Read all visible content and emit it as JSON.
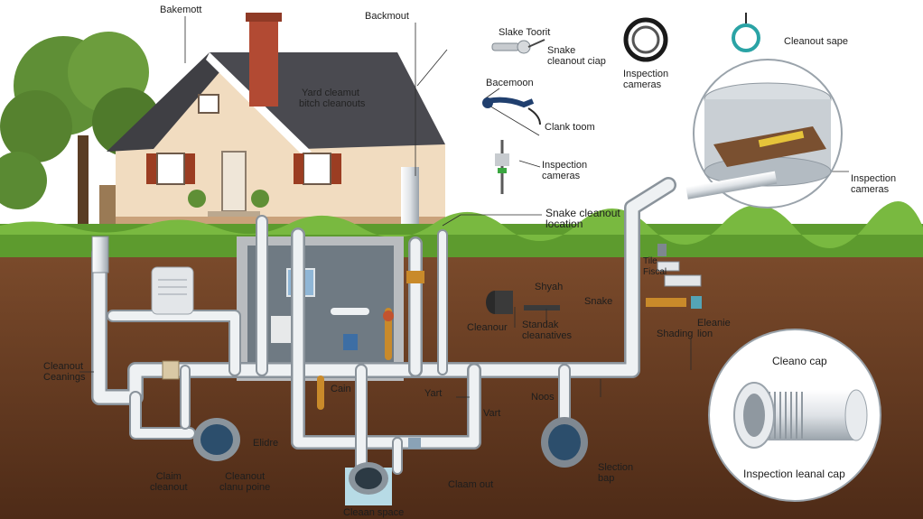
{
  "labels": {
    "basement_top": "Bakemott",
    "backmout": "Backmout",
    "yard_cleanout": "Yard cleamut",
    "bitch_cleanouts": "bitch cleanouts",
    "snake_tool_top": "Slake Toorit",
    "snake_cleanout_cap_top": "Snake\ncleanout ciap",
    "inspection_cameras_top": "Inspection\ncameras",
    "cleanout_sape": "Cleanout sape",
    "bacemoon": "Bacemoon",
    "clank_toom": "Clank toom",
    "inspection_cameras_mid": "Inspection\ncameras",
    "inspection_cameras_right": "Inspection\ncameras",
    "snake_cleanout_location": "Snake cleanout\nlocation",
    "cleanout_ceanings": "Cleanout\nCeanings",
    "cleanour": "Cleanour",
    "standak_cleanatives": "Standak\ncleanatives",
    "shyah": "Shyah",
    "snake_pipe": "Snake",
    "tile_fiscal": "Tile\nFiscal",
    "shading": "Shading",
    "eleanie_lion": "Eleanie\nlion",
    "cleano_cap": "Cleano cap",
    "inspection_leanal_cap": "Inspection leanal cap",
    "cain": "Cain",
    "yart": "Yart",
    "vart": "Vart",
    "noos": "Noos",
    "elidre": "Elidre",
    "claim_cleanout": "Claim\ncleanout",
    "cleanout_cleanu_poine": "Cleanout\nclanu poine",
    "clean_out": "Claam out",
    "slection_bap": "Slection\nbap",
    "clean_space": "Cleaan space"
  },
  "colors": {
    "sky": "#ffffff",
    "grass": "#5d9b2e",
    "soil": "#6a3d23",
    "pipe": "#e6e9ec",
    "house_wall": "#f1dcc0",
    "roof": "#3f3f44",
    "brick": "#b24a33"
  },
  "icons": [
    "tree-icon",
    "house-icon",
    "cable-coil-icon",
    "ring-icon",
    "snake-tool-icon",
    "hand-auger-icon",
    "probe-icon",
    "camera-rig-icon",
    "pipe-detail-icon",
    "cleanout-cap-icon"
  ]
}
